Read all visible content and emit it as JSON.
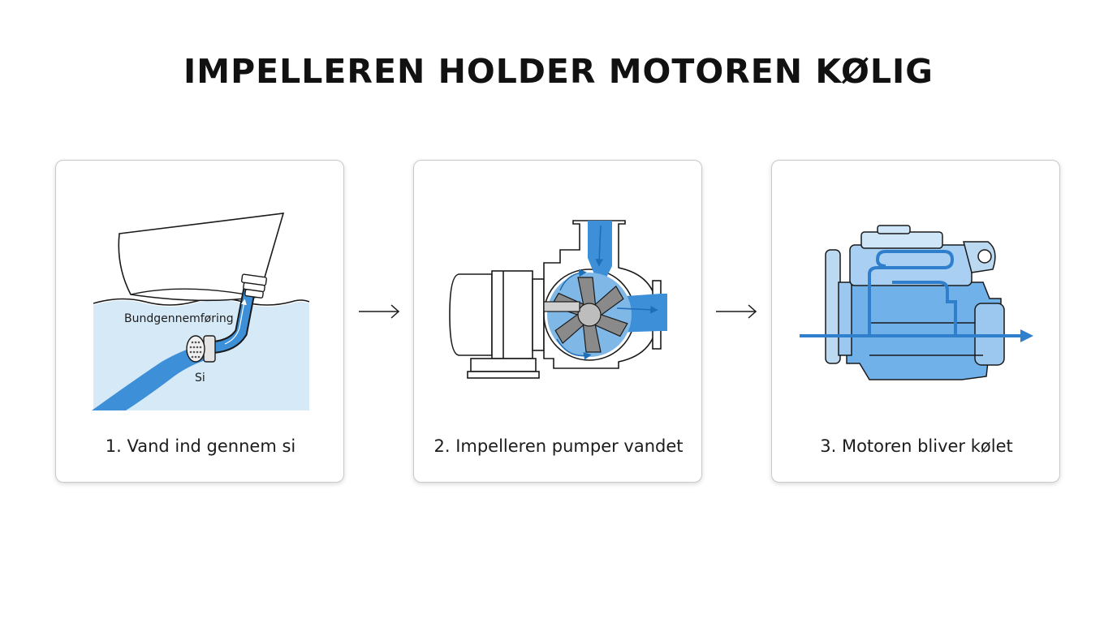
{
  "title": "IMPELLEREN HOLDER MOTOREN KØLIG",
  "steps": [
    {
      "caption": "1. Vand ind gennem si",
      "labels": {
        "through_hull": "Bundgennemføring",
        "strainer": "Si"
      }
    },
    {
      "caption": "2. Impelleren pumper vandet"
    },
    {
      "caption": "3. Motoren bliver kølet"
    }
  ],
  "colors": {
    "water": "#3d8fd8",
    "water_light": "#d6e9f7",
    "line": "#1a1a1a"
  },
  "icons": [
    "boat-hull-icon",
    "strainer-icon",
    "pump-icon",
    "impeller-icon",
    "engine-icon",
    "right-arrow-icon"
  ]
}
